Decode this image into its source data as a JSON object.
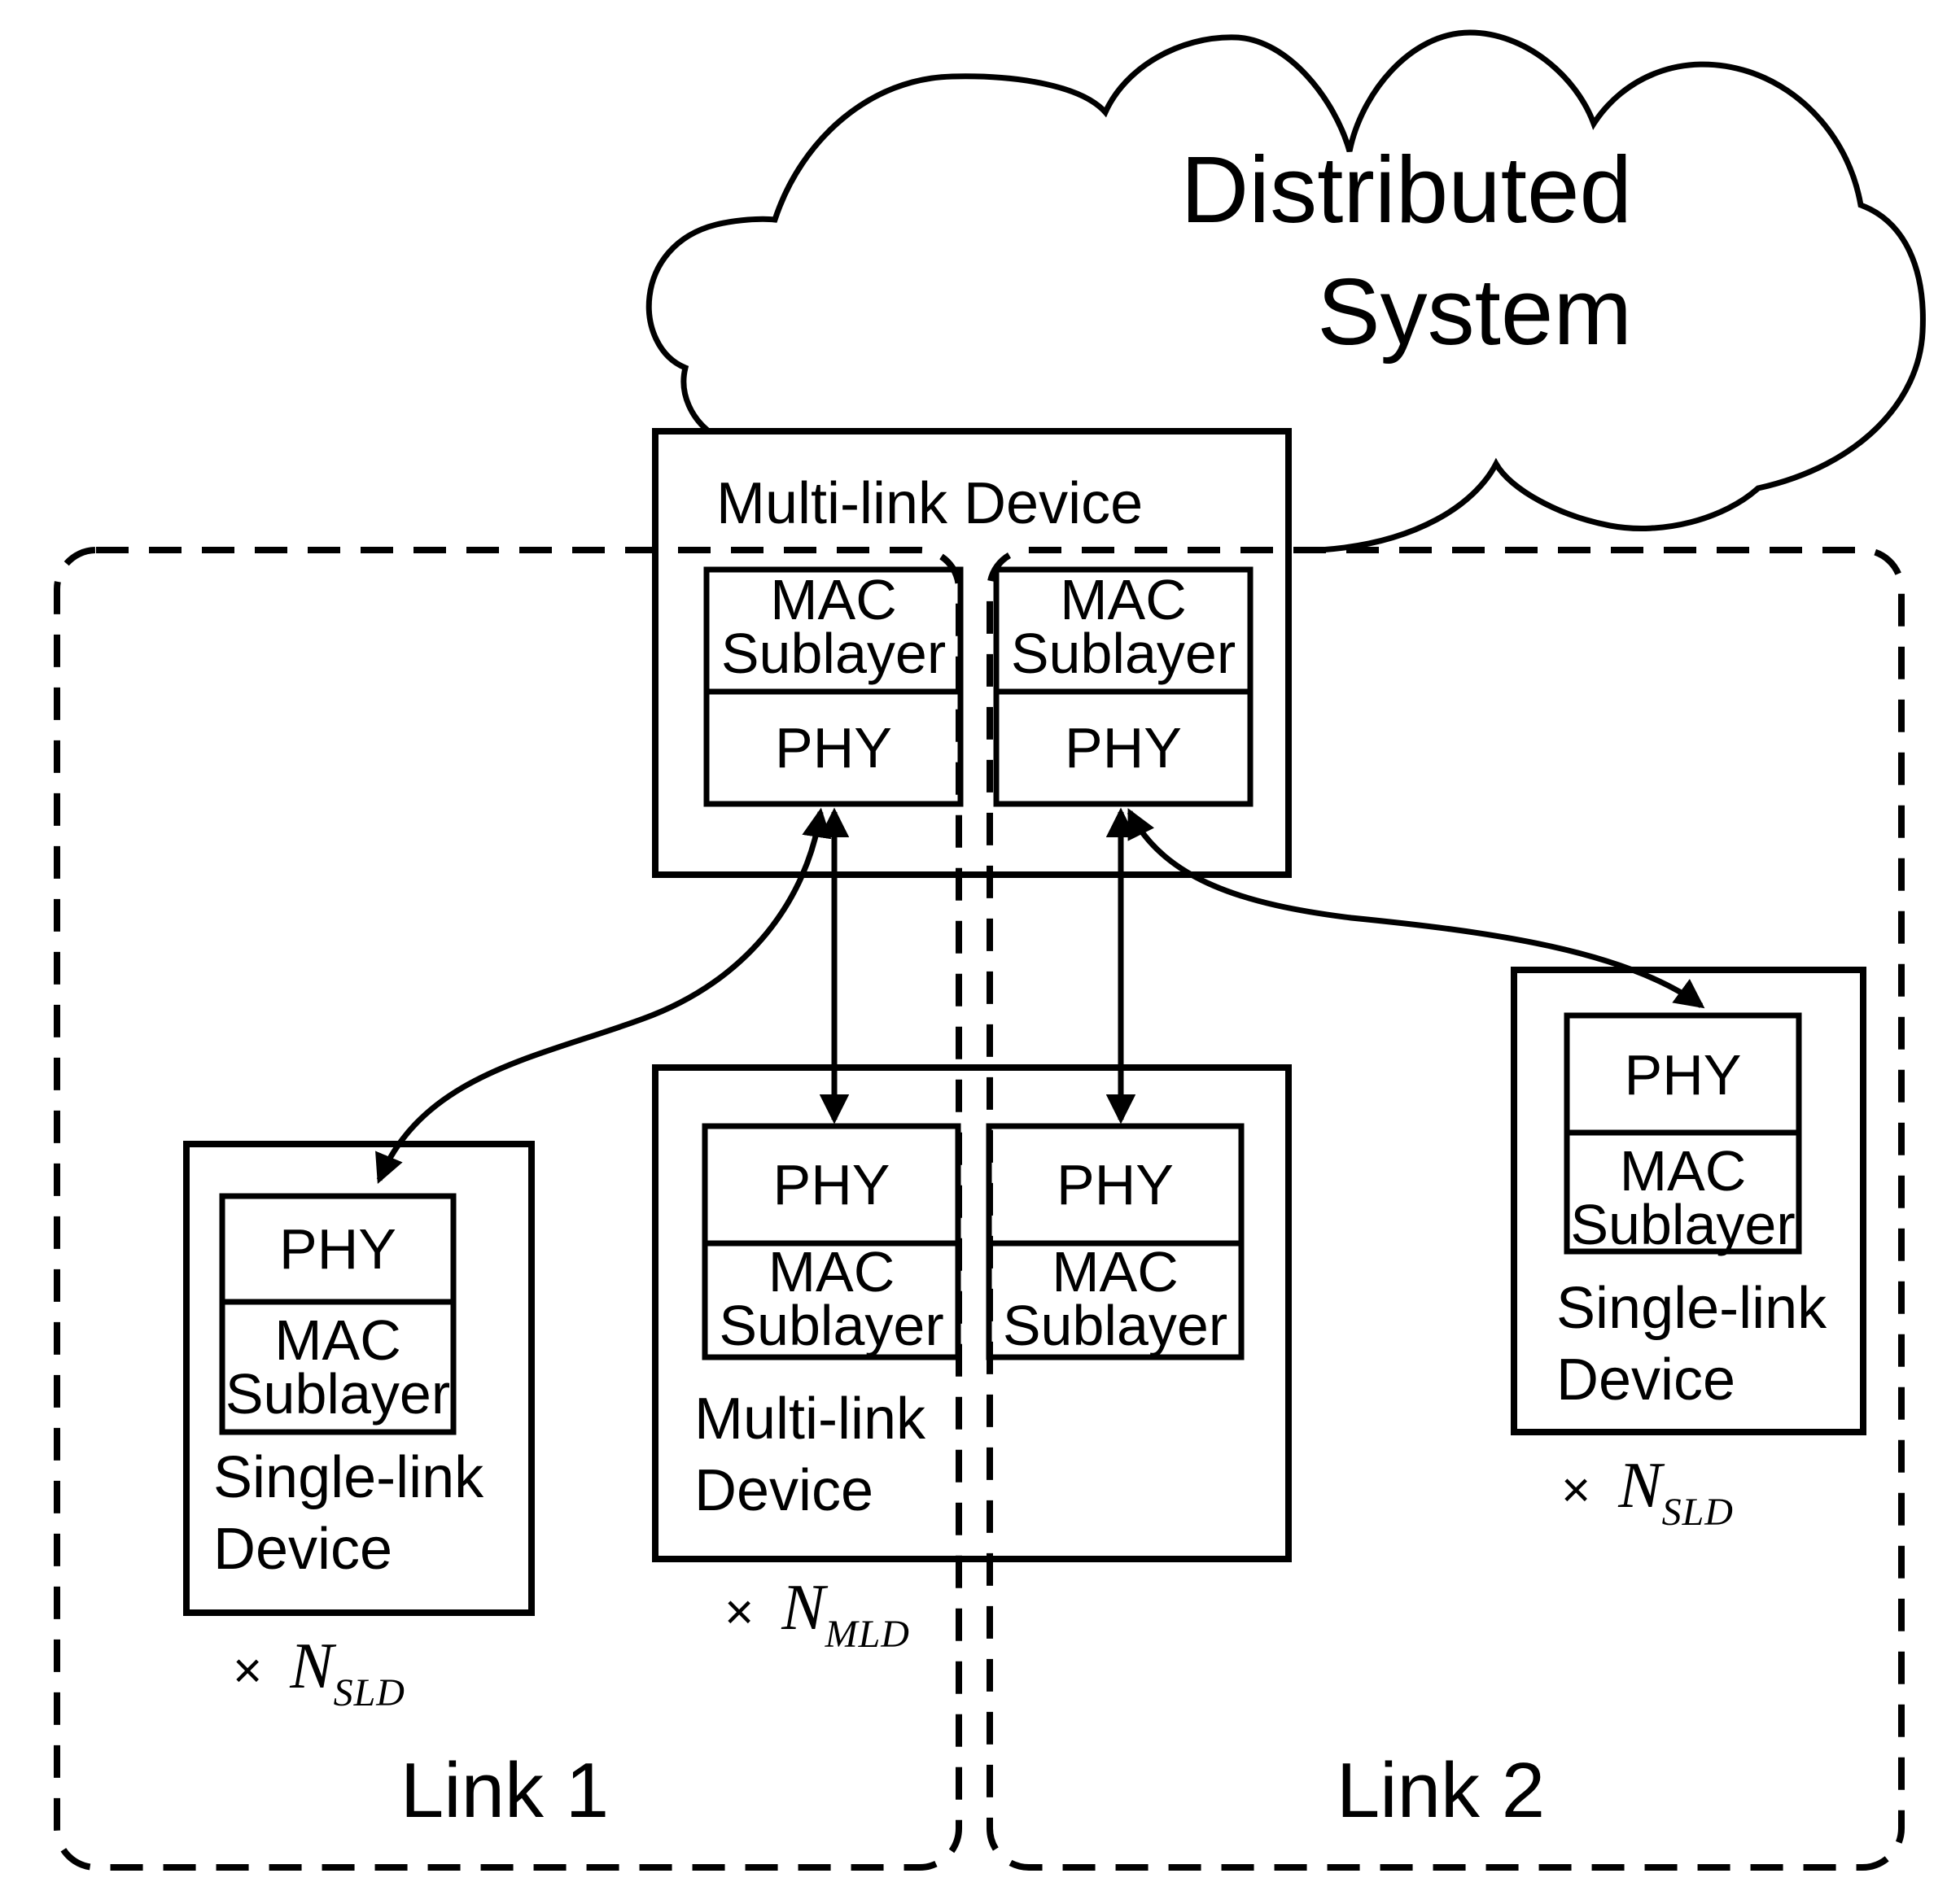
{
  "colors": {
    "ink": "#000000",
    "paper": "#ffffff"
  },
  "cloud": {
    "title_line1": "Distributed",
    "title_line2": "System"
  },
  "ap_mld": {
    "label": "Multi-link Device",
    "stacks": [
      {
        "mac_line1": "MAC",
        "mac_line2": "Sublayer",
        "phy": "PHY"
      },
      {
        "mac_line1": "MAC",
        "mac_line2": "Sublayer",
        "phy": "PHY"
      }
    ]
  },
  "mid_mld": {
    "label_line1": "Multi-link",
    "label_line2": "Device",
    "stacks": [
      {
        "phy": "PHY",
        "mac_line1": "MAC",
        "mac_line2": "Sublayer"
      },
      {
        "phy": "PHY",
        "mac_line1": "MAC",
        "mac_line2": "Sublayer"
      }
    ],
    "multiplier": {
      "times": "×",
      "base": "N",
      "sub": "MLD"
    }
  },
  "sld_left": {
    "label_line1": "Single-link",
    "label_line2": "Device",
    "stack": {
      "phy": "PHY",
      "mac_line1": "MAC",
      "mac_line2": "Sublayer"
    },
    "multiplier": {
      "times": "×",
      "base": "N",
      "sub": "SLD"
    }
  },
  "sld_right": {
    "label_line1": "Single-link",
    "label_line2": "Device",
    "stack": {
      "phy": "PHY",
      "mac_line1": "MAC",
      "mac_line2": "Sublayer"
    },
    "multiplier": {
      "times": "×",
      "base": "N",
      "sub": "SLD"
    }
  },
  "links": [
    {
      "label": "Link 1"
    },
    {
      "label": "Link 2"
    }
  ]
}
